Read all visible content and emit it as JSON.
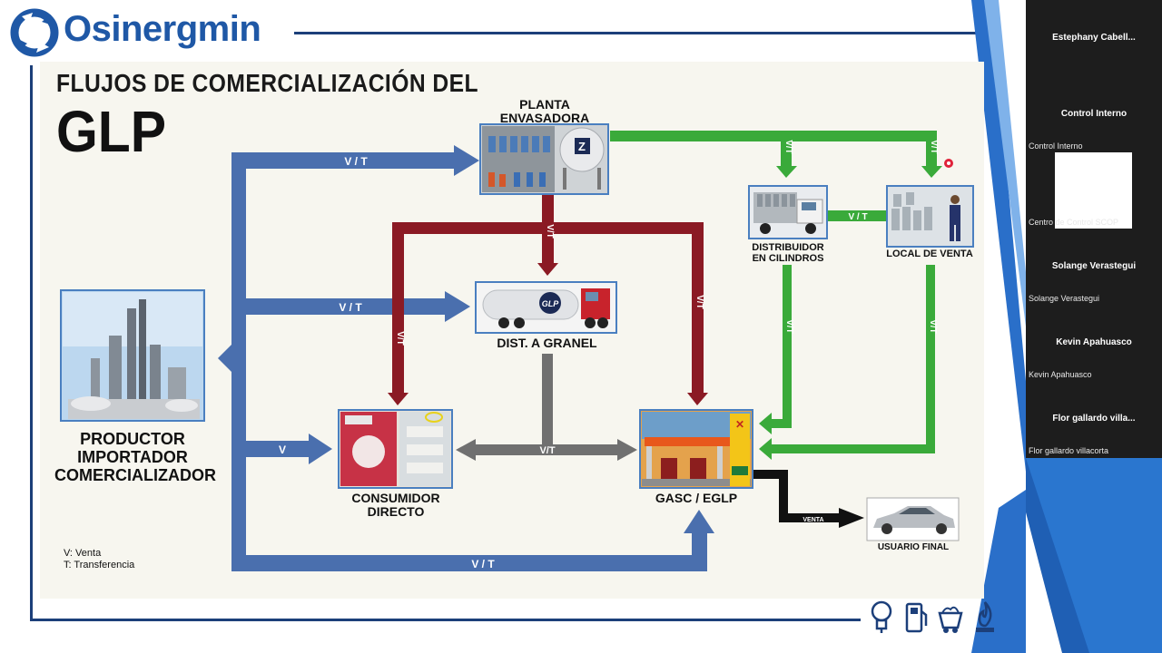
{
  "header": {
    "brand": "Osinergmin"
  },
  "slide": {
    "title_line1": "FLUJOS DE COMERCIALIZACIÓN DEL",
    "title_line2": "GLP",
    "nodes": {
      "productor": "PRODUCTOR\nIMPORTADOR\nCOMERCIALIZADOR",
      "planta": "PLANTA\nENVASADORA",
      "granel": "DIST. A GRANEL",
      "consumidor": "CONSUMIDOR\nDIRECTO",
      "gasc": "GASC / EGLP",
      "distribuidor": "DISTRIBUIDOR\nEN CILINDROS",
      "local": "LOCAL DE VENTA",
      "usuario": "USUARIO FINAL"
    },
    "planta_badge": "Z",
    "truck_badge": "GLP",
    "arrow_labels": {
      "vt": "V / T",
      "v": "V",
      "vt_vertical": "V/T",
      "venta": "VENTA"
    },
    "legend": {
      "v": "V: Venta",
      "t": "T: Transferencia"
    },
    "colors": {
      "blue": "#4a6fae",
      "red": "#8b1a24",
      "green": "#3aaa3a",
      "gray": "#707070",
      "black": "#111111"
    },
    "footer_icons": [
      "lightbulb-icon",
      "fuel-pump-icon",
      "mining-cart-icon",
      "gas-flame-icon"
    ]
  },
  "meeting": {
    "participants": [
      {
        "name": "Estephany  Cabell...",
        "sub": ""
      },
      {
        "name": "Control Interno",
        "sub": "Control Interno"
      },
      {
        "name": "",
        "sub": "Centro de Control SCOP"
      },
      {
        "name": "Solange Verastegui",
        "sub": "Solange Verastegui"
      },
      {
        "name": "Kevin Apahuasco",
        "sub": "Kevin Apahuasco"
      },
      {
        "name": "Flor gallardo villa...",
        "sub": "Flor gallardo villacorta"
      }
    ]
  }
}
